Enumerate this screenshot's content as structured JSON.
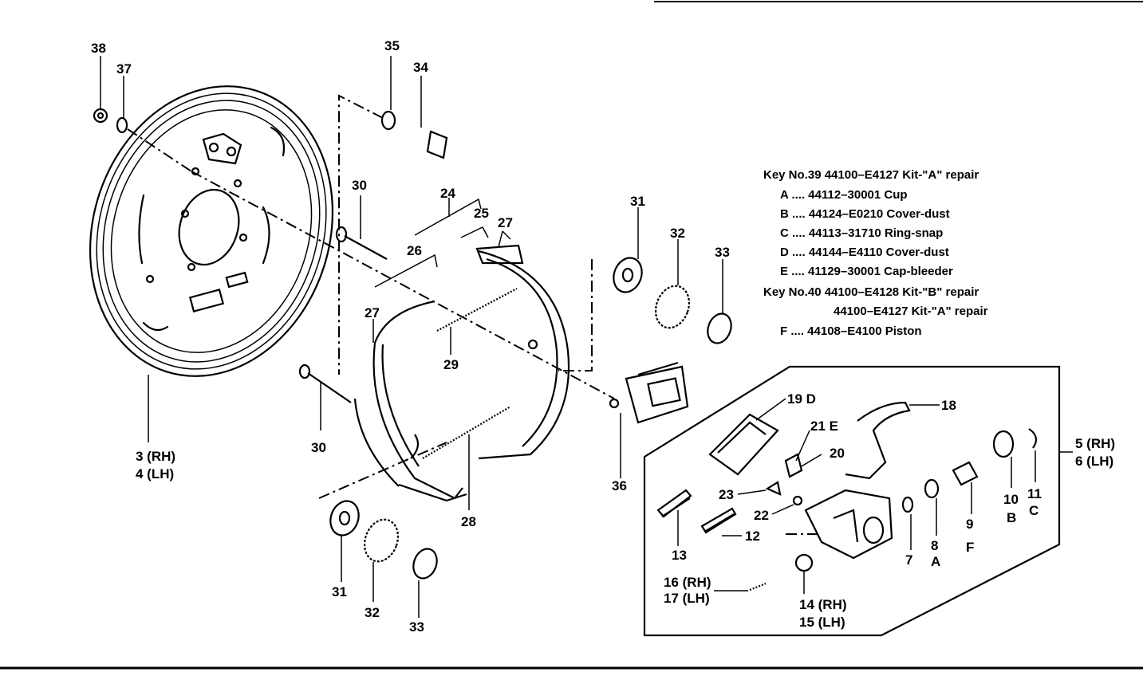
{
  "callouts": {
    "c38a": "38",
    "c37": "37",
    "c35": "35",
    "c34": "34",
    "c3": "3 (RH)",
    "c4": "4 (LH)",
    "c30a": "30",
    "c30b": "30",
    "c24": "24",
    "c25": "25",
    "c27a": "27",
    "c26": "26",
    "c27b": "27",
    "c29": "29",
    "c28": "28",
    "c31a": "31",
    "c32a": "32",
    "c33a": "33",
    "c31b": "31",
    "c32b": "32",
    "c33b": "33",
    "c36": "36",
    "c19": "19 D",
    "c18": "18",
    "c21": "21 E",
    "c20": "20",
    "c5": "5 (RH)",
    "c6": "6 (LH)",
    "c23": "23",
    "c22": "22",
    "c13": "13",
    "c12": "12",
    "c7": "7",
    "c8": "8",
    "c8b": "A",
    "c9": "9",
    "c9b": "F",
    "c10": "10",
    "c10b": "B",
    "c11": "11",
    "c11b": "C",
    "c16": "16 (RH)",
    "c17": "17 (LH)",
    "c14": "14 (RH)",
    "c15": "15 (LH)"
  },
  "legend": {
    "lines": [
      "Key No.39 44100–E4127 Kit-\"A\" repair",
      "A .... 44112–30001 Cup",
      "B .... 44124–E0210 Cover-dust",
      "C .... 44113–31710 Ring-snap",
      "D .... 44144–E4110 Cover-dust",
      "E .... 41129–30001 Cap-bleeder",
      "Key No.40 44100–E4128 Kit-\"B\" repair",
      "44100–E4127 Kit-\"A\" repair",
      "F .... 44108–E4100 Piston"
    ]
  }
}
